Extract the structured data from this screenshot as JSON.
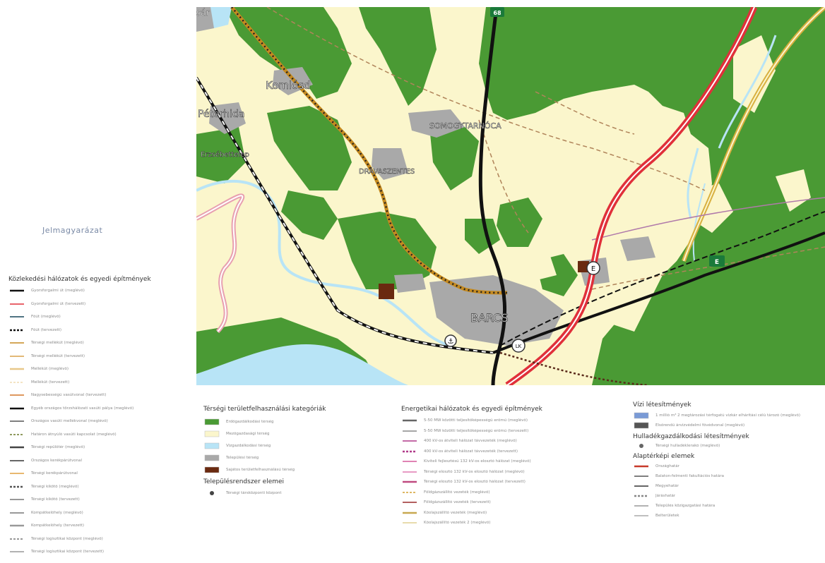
{
  "map": {
    "places": {
      "somogysard": "sár",
      "komlosd": "Komlósd",
      "peterhida": "Péterhida",
      "erzsebettelep": "Erzsébettelep",
      "somogytarnoca": "SOMOGYTARNÓCA",
      "dravaszentes": "DRÁVASZENTES",
      "barcs": "BARCS"
    },
    "road_shields": {
      "road_68": "68",
      "road_e": "E"
    },
    "markers": {
      "marker_e": "E",
      "marker_lk": "LK"
    }
  },
  "legend": {
    "jelmagyarazat": "Jelmagyarázat",
    "transport": {
      "heading": "Közlekedési hálózatok és egyedi építmények",
      "items": [
        {
          "label": "Gyorsforgalmi út (meglévő)",
          "color": "#111111"
        },
        {
          "label": "Gyorsforgalmi út (tervezett)",
          "color": "#e0303a"
        },
        {
          "label": "Főút (meglévő)",
          "color": "#16465a"
        },
        {
          "label": "Főút (tervezett)",
          "color": "#111111"
        },
        {
          "label": "Térségi mellékút (meglévő)",
          "color": "#c58a20"
        },
        {
          "label": "Térségi mellékút (tervezett)",
          "color": "#d8a04a"
        },
        {
          "label": "Mellékút (meglévő)",
          "color": "#e8c88a"
        },
        {
          "label": "Mellékút (tervezett)",
          "color": "#f0dcb0"
        },
        {
          "label": "Nagysebességű vasútvonal (tervezett)",
          "color": "#d4762a"
        },
        {
          "label": "Egyéb országos törzshálózati vasúti pálya (meglévő)",
          "color": "#111111"
        },
        {
          "label": "Országos vasúti mellékvonal (meglévő)",
          "color": "#555555"
        },
        {
          "label": "Határon átnyúló vasúti kapcsolat (meglévő)",
          "color": "#6a7a2a"
        },
        {
          "label": "Térségi repülőtér (meglévő)",
          "color": "#444444"
        },
        {
          "label": "Országos kerékpárútvonal",
          "color": "#333333"
        },
        {
          "label": "Térségi kerékpárútvonal",
          "color": "#e0a040"
        },
        {
          "label": "Térségi kikötő (meglévő)",
          "color": "#555555"
        },
        {
          "label": "Térségi kikötő (tervezett)",
          "color": "#777777"
        },
        {
          "label": "Kompátkelőhely (meglévő)",
          "color": "#777777"
        },
        {
          "label": "Kompátkelőhely (tervezett)",
          "color": "#999999"
        },
        {
          "label": "Térségi logisztikai központ (meglévő)",
          "color": "#777777"
        },
        {
          "label": "Térségi logisztikai központ (tervezett)",
          "color": "#999999"
        }
      ]
    },
    "landuse": {
      "heading": "Térségi területfelhasználási kategóriák",
      "items": [
        {
          "label": "Erdőgazdálkodási térség",
          "color": "#4a9a34"
        },
        {
          "label": "Mezőgazdasági térség",
          "color": "#fbf6cc"
        },
        {
          "label": "Vízgazdálkodási térség",
          "color": "#b8e4f6"
        },
        {
          "label": "Települési térség",
          "color": "#a9a9a9"
        },
        {
          "label": "Sajátos területfelhasználású térség",
          "color": "#6a2a10"
        }
      ]
    },
    "settlement": {
      "heading": "Településrendszer elemei",
      "items": [
        {
          "label": "Térségi társközponti központ",
          "color": "#444444"
        }
      ]
    },
    "energy": {
      "heading": "Energetikai hálózatok és egyedi építmények",
      "items": [
        {
          "label": "5-50 MW közötti teljesítőképességű erőmű (meglévő)",
          "color": "#666666"
        },
        {
          "label": "5-50 MW közötti teljesítőképességű erőmű (tervezett)",
          "color": "#888888"
        },
        {
          "label": "400 kV-os átviteli hálózat távvezeték (meglévő)",
          "color": "#b03a8a"
        },
        {
          "label": "400 kV-os átviteli hálózat távvezeték (tervezett)",
          "color": "#b03a8a"
        },
        {
          "label": "Kiviteli fejlesztésű 132 kV-os elosztó hálózat (meglévő)",
          "color": "#d65a9a"
        },
        {
          "label": "Térségi elosztó 132 kV-os elosztó hálózat (meglévő)",
          "color": "#e07ab0"
        },
        {
          "label": "Térségi elosztó 132 kV-os elosztó hálózat (tervezett)",
          "color": "#c04a80"
        },
        {
          "label": "Földgázszállító vezeték (meglévő)",
          "color": "#d4a030"
        },
        {
          "label": "Földgázszállító vezeték (tervezett)",
          "color": "#9a2a2a"
        },
        {
          "label": "Kőolajszállító vezeték (meglévő)",
          "color": "#c8a850"
        },
        {
          "label": "Kőolajszállító vezeték 2 (meglévő)",
          "color": "#e0d090"
        }
      ]
    },
    "water": {
      "heading": "Vízi létesítmények",
      "items": [
        {
          "label": "1 millió m³ 2 megtározási térfogatú vízkár elhárítási célú tározó (meglévő)",
          "color": "#7a9ad6"
        },
        {
          "label": "Elsőrendű árvízvédelmi fővédvonal (meglévő)",
          "color": "#555555"
        }
      ]
    },
    "waste": {
      "heading": "Hulladékgazdálkodási létesítmények",
      "items": [
        {
          "label": "Térségi hulladéklerakó (meglévő)",
          "color": "#666666"
        }
      ]
    },
    "base": {
      "heading": "Alaptérképi elemek",
      "items": [
        {
          "label": "Országhatár",
          "color": "#c83a2a"
        },
        {
          "label": "Balaton-felmenti fakultációs határa",
          "color": "#555555"
        },
        {
          "label": "Megyehatár",
          "color": "#333333"
        },
        {
          "label": "Járáshatár",
          "color": "#888888"
        },
        {
          "label": "Település közigazgatási határa",
          "color": "#999999"
        },
        {
          "label": "Belterületek",
          "color": "#aaaaaa"
        }
      ]
    }
  }
}
